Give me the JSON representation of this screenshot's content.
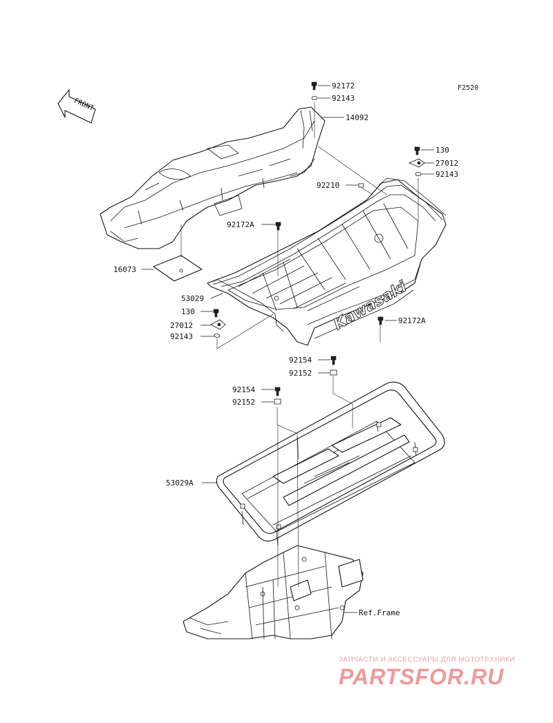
{
  "figure_code": "F2520",
  "front_label": "FRONT",
  "brand_on_bed": "Kawasaki",
  "parts": {
    "p92172_top": "92172",
    "p92143_top": "92143",
    "p14092": "14092",
    "p130_right": "130",
    "p27012_right": "27012",
    "p92143_right": "92143",
    "p92210": "92210",
    "p92172A_left": "92172A",
    "p16073": "16073",
    "p53029": "53029",
    "p130_left": "130",
    "p27012_left": "27012",
    "p92143_left": "92143",
    "p92172A_right": "92172A",
    "p92154_right": "92154",
    "p92152_right": "92152",
    "p92154_left": "92154",
    "p92152_left": "92152",
    "p53029A": "53029A",
    "ref_frame": "Ref.Frame"
  },
  "watermark": {
    "tagline": "ЗАПЧАСТИ И АКСЕССУАРЫ ДЛЯ МОТОТЕХНИКИ",
    "logo": "PARTSFOR.RU"
  }
}
